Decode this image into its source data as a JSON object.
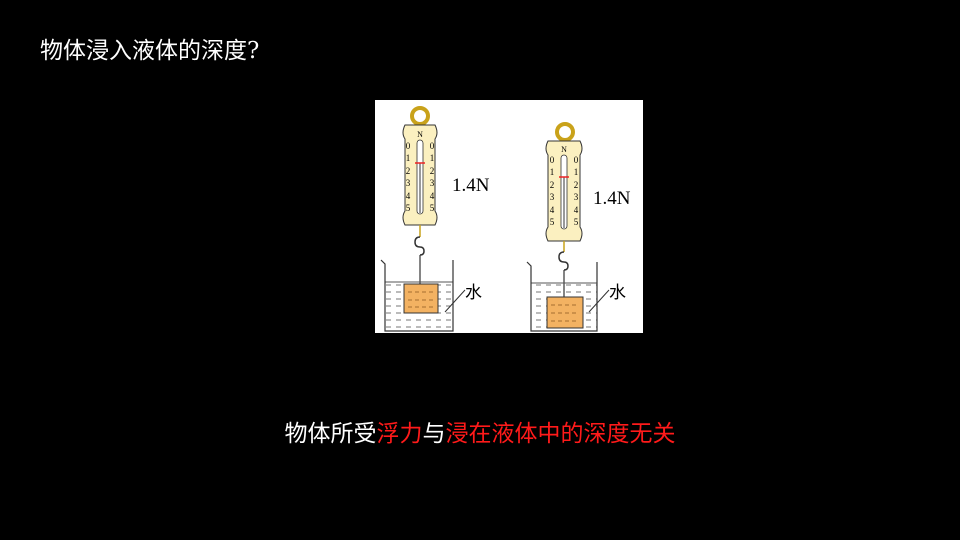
{
  "title": "物体浸入液体的深度?",
  "figure": {
    "left_reading": "1.4N",
    "right_reading": "1.4N",
    "unit": "N",
    "scale": [
      "0",
      "1",
      "2",
      "3",
      "4",
      "5"
    ],
    "water_label": "水"
  },
  "conclusion": {
    "part1": "物体所受",
    "part2": "浮力",
    "part3": "与",
    "part4": "浸在液体中的深度无关"
  },
  "colors": {
    "highlight": "#ff1a1a",
    "text": "#ffffff",
    "background": "#000000"
  }
}
